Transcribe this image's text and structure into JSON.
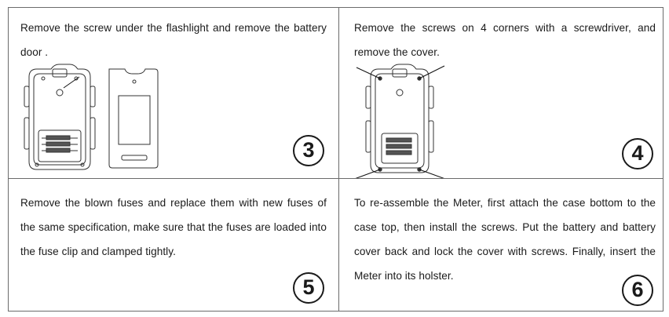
{
  "steps": [
    {
      "number": "3",
      "text": "Remove the screw under the flashlight and remove the battery door ."
    },
    {
      "number": "4",
      "text": "Remove the screws on 4 corners with a screwdriver, and remove the cover."
    },
    {
      "number": "5",
      "text": "Remove the blown fuses and replace them with new fuses of the same specification, make sure that the fuses are loaded into the fuse clip and clamped tightly."
    },
    {
      "number": "6",
      "text": "To re-assemble the Meter, first attach the case bottom to the case top, then install the screws. Put the battery and battery cover back and lock the cover with screws. Finally, insert the Meter into its holster."
    }
  ]
}
